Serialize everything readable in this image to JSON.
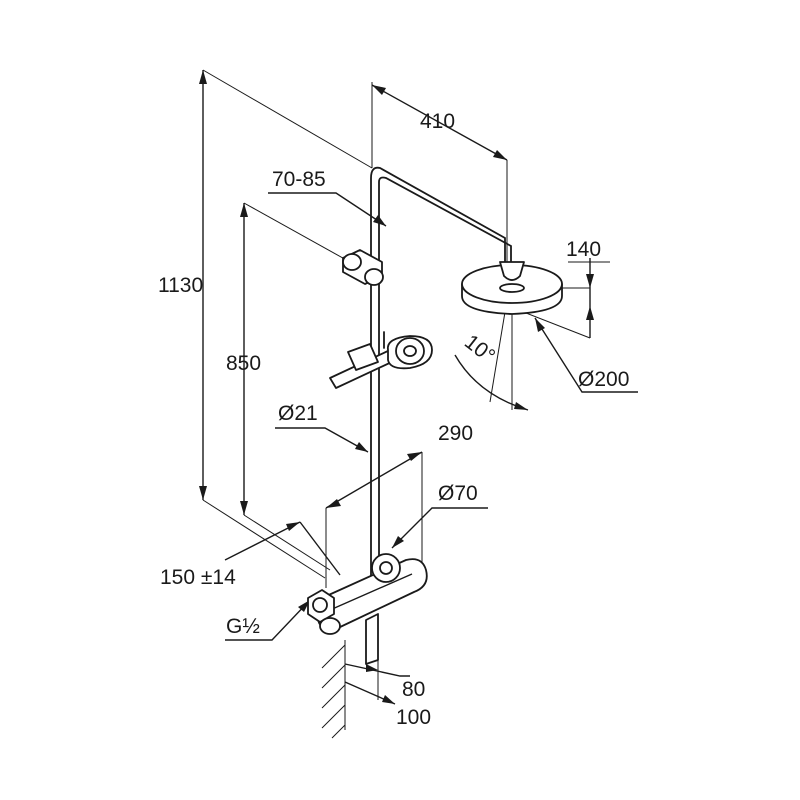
{
  "dimensions": {
    "head_projection": "410",
    "overall_height": "1130",
    "rail_height": "850",
    "slider_offset": "70-85",
    "head_height": "140",
    "head_diameter": "Ø200",
    "head_tilt": "10°",
    "rail_diameter": "Ø21",
    "mixer_width": "290",
    "mixer_diameter": "Ø70",
    "inlet_centres": "150 ±14",
    "inlet_thread": "G½",
    "outlet_offset_80": "80",
    "outlet_offset_100": "100"
  }
}
